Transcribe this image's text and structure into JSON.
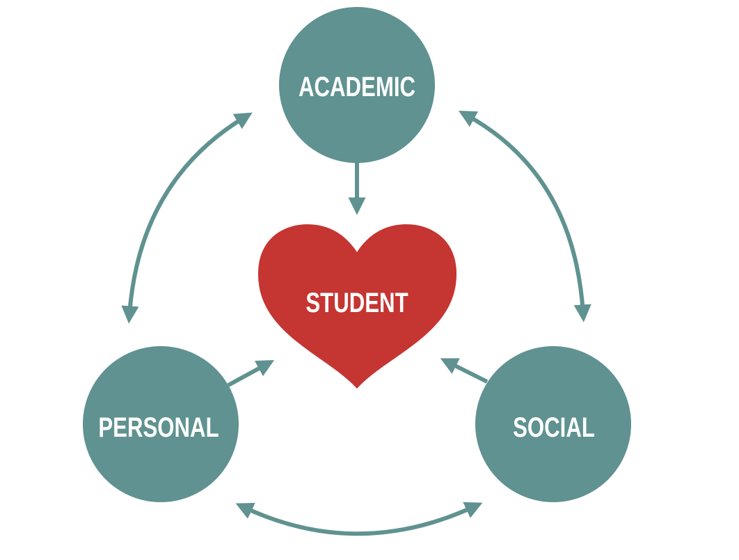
{
  "diagram": {
    "center_label": "STUDENT",
    "nodes": [
      {
        "id": "academic",
        "label": "ACADEMIC"
      },
      {
        "id": "personal",
        "label": "PERSONAL"
      },
      {
        "id": "social",
        "label": "SOCIAL"
      }
    ],
    "colors": {
      "node": "#5f9290",
      "heart": "#c53532",
      "text": "#ffffff"
    }
  }
}
